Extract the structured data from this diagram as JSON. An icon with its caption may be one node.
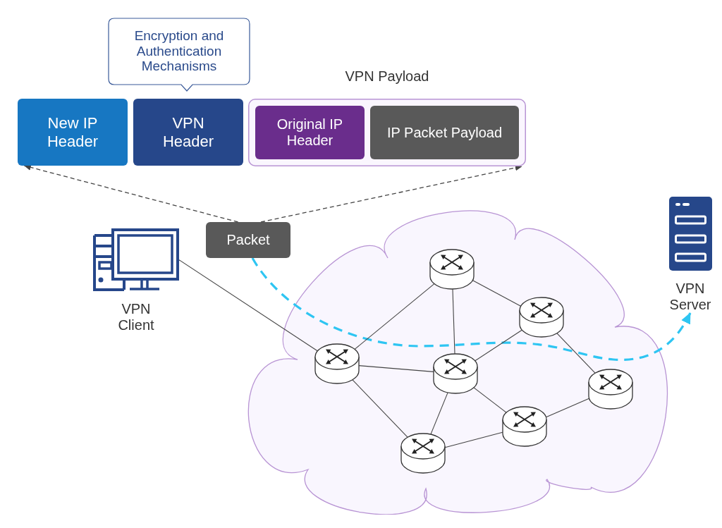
{
  "diagram": {
    "nodes": [
      {
        "text": [
          "Encryption and Authentication Mechanisms"
        ]
      },
      {
        "text": [
          "New IP Header"
        ]
      },
      {
        "text": [
          "VPN Header"
        ]
      },
      {
        "text": [
          "VPN Payload"
        ]
      },
      {
        "text": [
          "Original IP Header"
        ],
        "in": 3
      },
      {
        "text": [
          "IP Packet Payload"
        ],
        "in": 3
      },
      {
        "text": [
          "Packet"
        ]
      },
      {
        "text": [
          "VPN Client"
        ]
      },
      {
        "text": [],
        "shape": "cloud"
      },
      {
        "text": [],
        "shape": "cylinder",
        "in": 8
      },
      {
        "text": [],
        "shape": "cylinder",
        "in": 8
      },
      {
        "text": [],
        "shape": "cylinder",
        "in": 8
      },
      {
        "text": [],
        "shape": "cylinder",
        "in": 8
      },
      {
        "text": [],
        "shape": "cylinder",
        "in": 8
      },
      {
        "text": [],
        "shape": "cylinder",
        "in": 8
      },
      {
        "text": [],
        "shape": "cylinder",
        "in": 8
      },
      {
        "text": [
          "VPN Server"
        ]
      }
    ],
    "edges": [
      {
        "from": 6,
        "to": 1,
        "arrow": "to",
        "style": "dashed"
      },
      {
        "from": 6,
        "to": 3,
        "arrow": "to",
        "style": "dashed"
      },
      {
        "from": 6,
        "to": 16,
        "arrow": "to",
        "style": "dashed",
        "color": "#2ec5f2"
      },
      {
        "from": 7,
        "to": 11,
        "arrow": "none"
      },
      {
        "from": 9,
        "to": 11,
        "arrow": "none"
      },
      {
        "from": 9,
        "to": 12,
        "arrow": "none"
      },
      {
        "from": 9,
        "to": 10,
        "arrow": "none"
      },
      {
        "from": 10,
        "to": 12,
        "arrow": "none"
      },
      {
        "from": 10,
        "to": 13,
        "arrow": "none"
      },
      {
        "from": 11,
        "to": 12,
        "arrow": "none"
      },
      {
        "from": 11,
        "to": 15,
        "arrow": "none"
      },
      {
        "from": 12,
        "to": 15,
        "arrow": "none"
      },
      {
        "from": 12,
        "to": 14,
        "arrow": "none"
      },
      {
        "from": 14,
        "to": 15,
        "arrow": "none"
      },
      {
        "from": 14,
        "to": 13,
        "arrow": "none"
      }
    ]
  }
}
